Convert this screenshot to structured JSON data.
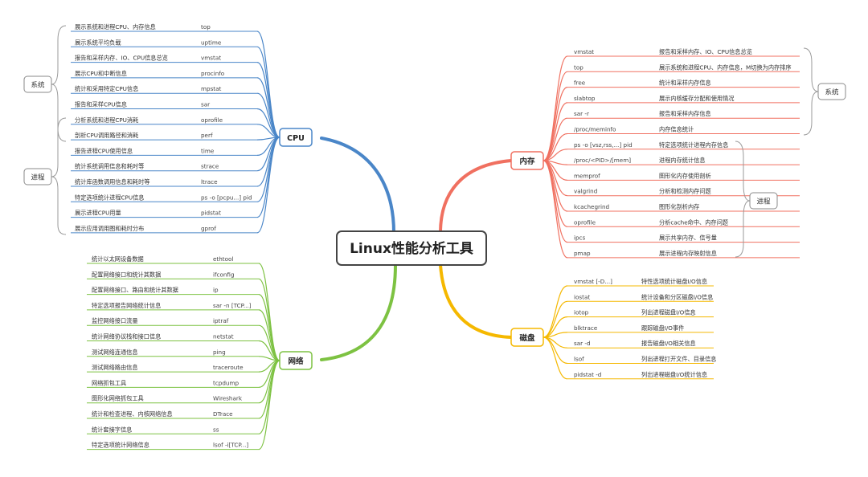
{
  "root": {
    "title": "Linux性能分析工具"
  },
  "cpu": {
    "label": "CPU",
    "color": "#4a86c8",
    "items": [
      {
        "desc": "展示系统和进程CPU、内存信息",
        "cmd": "top"
      },
      {
        "desc": "展示系统平均负载",
        "cmd": "uptime"
      },
      {
        "desc": "报告和采样内存、IO、CPU信息总览",
        "cmd": "vmstat"
      },
      {
        "desc": "展示CPU和中断信息",
        "cmd": "procinfo"
      },
      {
        "desc": "统计和采用特定CPU信息",
        "cmd": "mpstat"
      },
      {
        "desc": "报告和采样CPU信息",
        "cmd": "sar"
      },
      {
        "desc": "分析系统和进程CPU消耗",
        "cmd": "oprofile"
      },
      {
        "desc": "剖析CPU调用路径和消耗",
        "cmd": "perf"
      },
      {
        "desc": "报告进程CPU使用信息",
        "cmd": "time"
      },
      {
        "desc": "统计系统调用信息和耗时等",
        "cmd": "strace"
      },
      {
        "desc": "统计库函数调用信息和耗时等",
        "cmd": "ltrace"
      },
      {
        "desc": "特定选项统计进程CPU信息",
        "cmd": "ps -o [pcpu...] pid"
      },
      {
        "desc": "展示进程CPU用量",
        "cmd": "pidstat"
      },
      {
        "desc": "展示应用调用图和耗时分布",
        "cmd": "gprof"
      }
    ],
    "groups": [
      {
        "label": "系统"
      },
      {
        "label": "进程"
      }
    ]
  },
  "network": {
    "label": "网络",
    "color": "#7dc242",
    "items": [
      {
        "desc": "统计以太网设备数据",
        "cmd": "ethtool"
      },
      {
        "desc": "配置网络接口和统计其数据",
        "cmd": "ifconfig"
      },
      {
        "desc": "配置网络接口、路由和统计其数据",
        "cmd": "ip"
      },
      {
        "desc": "特定选项报告网络统计信息",
        "cmd": "sar -n [TCP...]"
      },
      {
        "desc": "监控网络接口流量",
        "cmd": "iptraf"
      },
      {
        "desc": "统计网络协议栈和接口信息",
        "cmd": "netstat"
      },
      {
        "desc": "测试网络连通信息",
        "cmd": "ping"
      },
      {
        "desc": "测试网络路由信息",
        "cmd": "traceroute"
      },
      {
        "desc": "网络抓包工具",
        "cmd": "tcpdump"
      },
      {
        "desc": "图形化网络抓包工具",
        "cmd": "Wireshark"
      },
      {
        "desc": "统计和检查进程、内核网络信息",
        "cmd": "DTrace"
      },
      {
        "desc": "统计套接字信息",
        "cmd": "ss"
      },
      {
        "desc": "特定选项统计网络信息",
        "cmd": "lsof -i[TCP...]"
      }
    ]
  },
  "memory": {
    "label": "内存",
    "color": "#f07060",
    "items": [
      {
        "cmd": "vmstat",
        "desc": "报告和采样内存、IO、CPU信息总览"
      },
      {
        "cmd": "top",
        "desc": "展示系统和进程CPU、内存信息，M切换为内存排序"
      },
      {
        "cmd": "free",
        "desc": "统计和采样内存信息"
      },
      {
        "cmd": "slabtop",
        "desc": "展示内核缓存分配和使用情况"
      },
      {
        "cmd": "sar -r",
        "desc": "报告和采样内存信息"
      },
      {
        "cmd": "/proc/meminfo",
        "desc": "内存信息统计"
      },
      {
        "cmd": "ps -o [vsz,rss,...] pid",
        "desc": "特定选项统计进程内存信息"
      },
      {
        "cmd": "/proc/<PID>/[mem]",
        "desc": "进程内存统计信息"
      },
      {
        "cmd": "memprof",
        "desc": "图形化内存使用剖析"
      },
      {
        "cmd": "valgrind",
        "desc": "分析和检测内存问题"
      },
      {
        "cmd": "kcachegrind",
        "desc": "图形化剖析内存"
      },
      {
        "cmd": "oprofile",
        "desc": "分析cache命中、内存问题"
      },
      {
        "cmd": "ipcs",
        "desc": "展示共享内存、信号量"
      },
      {
        "cmd": "pmap",
        "desc": "展示进程内存映射信息"
      }
    ],
    "groups": [
      {
        "label": "系统"
      },
      {
        "label": "进程"
      }
    ]
  },
  "disk": {
    "label": "磁盘",
    "color": "#f5b800",
    "items": [
      {
        "cmd": "vmstat [-D...]",
        "desc": "特性选项统计磁盘I/O信息"
      },
      {
        "cmd": "iostat",
        "desc": "统计设备和分区磁盘I/O信息"
      },
      {
        "cmd": "iotop",
        "desc": "列出进程磁盘I/O信息"
      },
      {
        "cmd": "blktrace",
        "desc": "跟踪磁盘I/O事件"
      },
      {
        "cmd": "sar -d",
        "desc": "报告磁盘I/O相关信息"
      },
      {
        "cmd": "lsof",
        "desc": "列出进程打开文件、目录信息"
      },
      {
        "cmd": "pidstat -d",
        "desc": "列出进程磁盘I/O统计信息"
      }
    ]
  }
}
